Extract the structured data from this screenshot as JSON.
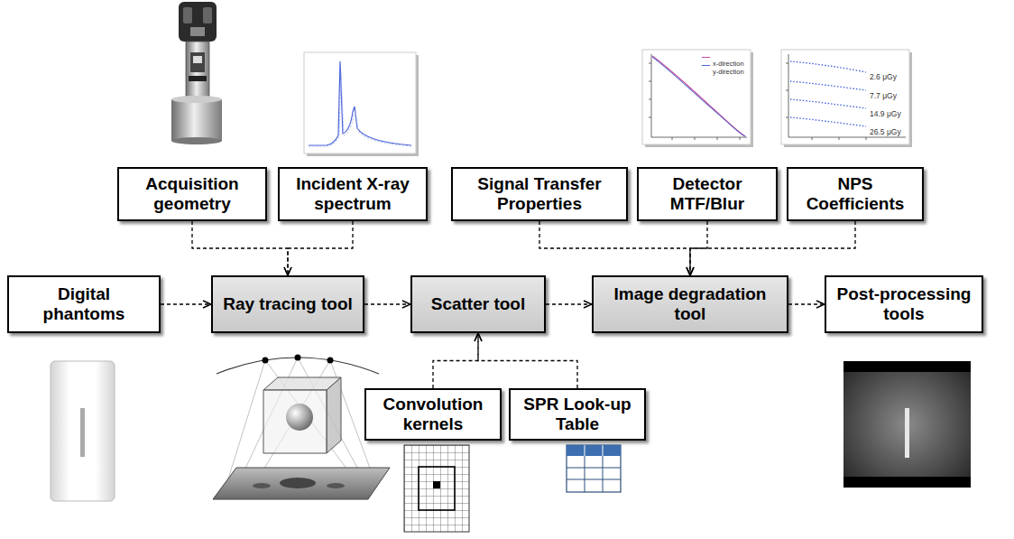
{
  "diagram": {
    "nodes": [
      {
        "text": [
          "Acquisition geometry"
        ]
      },
      {
        "text": [
          "Incident X-ray spectrum"
        ]
      },
      {
        "text": [
          "Signal Transfer Properties"
        ]
      },
      {
        "text": [
          "Detector MTF/Blur"
        ]
      },
      {
        "text": [
          "NPS Coefficients"
        ]
      },
      {
        "text": [
          "Digital phantoms"
        ]
      },
      {
        "text": [
          "Ray tracing tool"
        ]
      },
      {
        "text": [
          "Scatter tool"
        ]
      },
      {
        "text": [
          "Image degradation tool"
        ]
      },
      {
        "text": [
          "Post-processing tools"
        ]
      },
      {
        "text": [
          "Convolution kernels"
        ]
      },
      {
        "text": [
          "SPR Look-up Table"
        ]
      }
    ],
    "edges": [
      {
        "from": 5,
        "to": 6,
        "arrow": "to"
      },
      {
        "from": 0,
        "to": 6,
        "arrow": "to"
      },
      {
        "from": 1,
        "to": 6,
        "arrow": "to"
      },
      {
        "from": 6,
        "to": 7,
        "arrow": "to"
      },
      {
        "from": 10,
        "to": 7,
        "arrow": "to"
      },
      {
        "from": 11,
        "to": 7,
        "arrow": "to"
      },
      {
        "from": 7,
        "to": 8,
        "arrow": "to"
      },
      {
        "from": 2,
        "to": 8,
        "arrow": "to"
      },
      {
        "from": 3,
        "to": 8,
        "arrow": "to"
      },
      {
        "from": 4,
        "to": 8,
        "arrow": "to"
      },
      {
        "from": 8,
        "to": 9,
        "arrow": "to"
      }
    ],
    "labels": [
      "x-direction",
      "y-direction",
      "2.6 μGy",
      "7.7 μGy",
      "14.9 μGy",
      "26.5 μGy"
    ]
  }
}
